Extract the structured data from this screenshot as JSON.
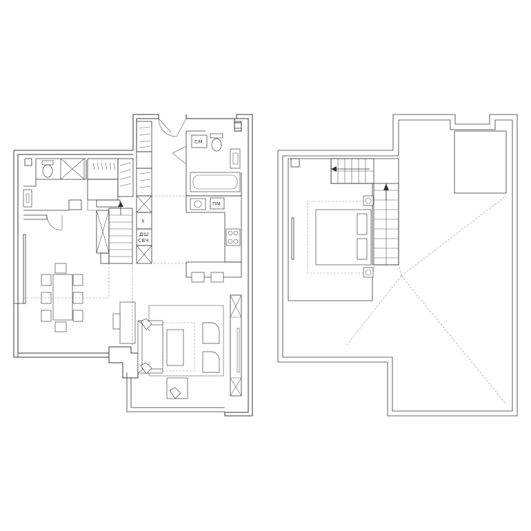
{
  "labels": {
    "laundry": "СМ",
    "dishwasher_top": "ПМ",
    "fridge": "Х",
    "dishwasher": "ДШ",
    "microwave": "СВЧ"
  }
}
